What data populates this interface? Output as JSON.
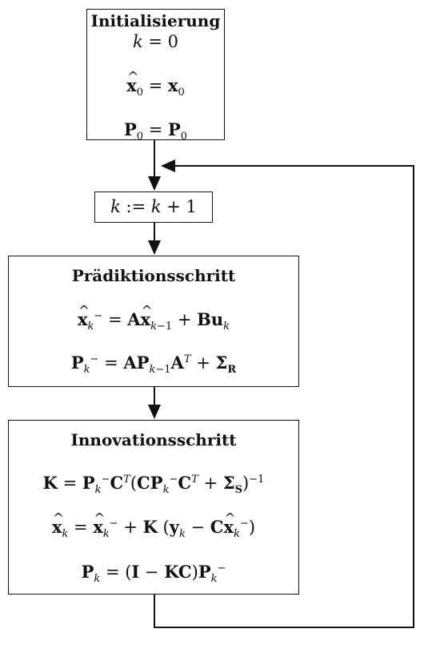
{
  "boxes": {
    "init": {
      "title": "Initialisierung",
      "eq1": "k = 0",
      "eq2": "x̂₀ = x₀",
      "eq3": "P₀ = P₀"
    },
    "increment": {
      "eq": "k := k + 1"
    },
    "predict": {
      "title": "Prädiktionsschritt",
      "eq1": "x̂ₖ⁻ = Ax̂ₖ₋₁ + Buₖ",
      "eq2": "Pₖ⁻ = APₖ₋₁Aᵀ + Σ_R"
    },
    "innovate": {
      "title": "Innovationsschritt",
      "eq1": "K = Pₖ⁻Cᵀ(CPₖ⁻Cᵀ + Σ_S)⁻¹",
      "eq2": "x̂ₖ = x̂ₖ⁻ + K(yₖ − Cx̂ₖ⁻)",
      "eq3": "Pₖ = (I − KC)Pₖ⁻"
    }
  }
}
